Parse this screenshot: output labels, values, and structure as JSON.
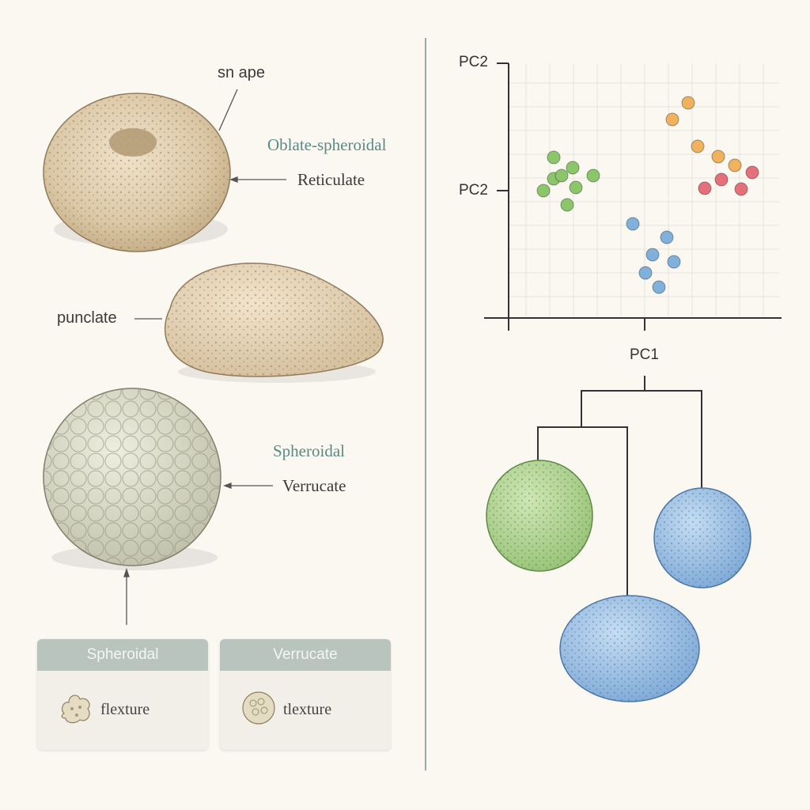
{
  "left_panel": {
    "labels": {
      "shape": "sn ape",
      "oblate": "Oblate-spheroidal",
      "reticulate": "Reticulate",
      "punctate": "punclate",
      "spheroidal": "Spheroidal",
      "verrucate": "Verrucate"
    },
    "cards": [
      {
        "header": "Spheroidal",
        "text": "flexture",
        "icon": "pollen-lobed-icon"
      },
      {
        "header": "Verrucate",
        "text": "tlexture",
        "icon": "pollen-verrucate-icon"
      }
    ]
  },
  "scatter": {
    "y_label_top": "PC2",
    "y_label_mid": "PC2",
    "x_label": "PC1",
    "colors": {
      "green": "#8cc66a",
      "orange": "#f0b25c",
      "red": "#e5707a",
      "blue": "#7fb1dc"
    }
  },
  "dendrogram": {
    "leaf_colors": [
      "#a9cf8c",
      "#8bb7e0",
      "#8bb7e0"
    ]
  }
}
